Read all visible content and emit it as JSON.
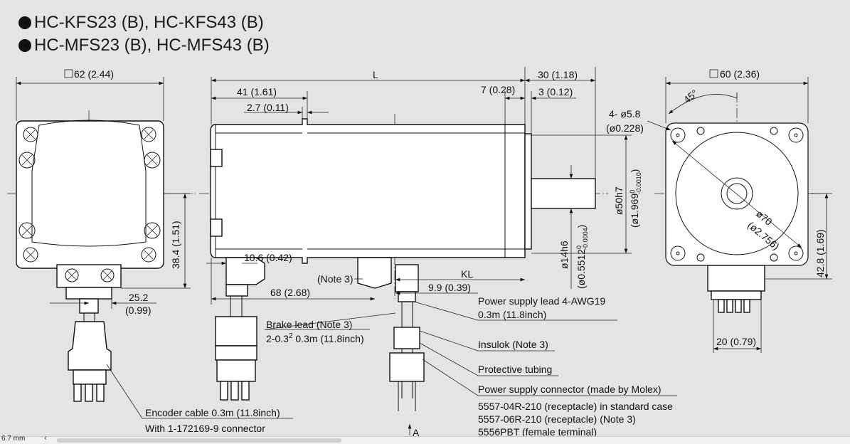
{
  "titles": [
    "HC-KFS23 (B), HC-KFS43 (B)",
    "HC-MFS23 (B), HC-MFS43 (B)"
  ],
  "dims": {
    "front_width": "62 (2.44)",
    "L": "L",
    "d41": "41 (1.61)",
    "d27": "2.7 (0.11)",
    "d30": "30 (1.18)",
    "d7": "7 (0.28)",
    "d3": "3 (0.12)",
    "d384": "38.4 (1.51)",
    "d252a": "25.2",
    "d252b": "(0.99)",
    "d106": "10.6 (0.42)",
    "d68": "68 (2.68)",
    "note3": "(Note 3)",
    "KL": "KL",
    "d99": "9.9 (0.39)",
    "d14a": "ø14h6",
    "d14b_pre": "(ø0.5512",
    "d14b_up": "0",
    "d14b_low": "-0.0004",
    "d14b_post": ")",
    "d50a": "ø50h7",
    "d50b_pre": "(ø1.969",
    "d50b_up": "0",
    "d50b_low": "-0.0010",
    "d50b_post": ")",
    "hole_a": "4- ø5.8",
    "hole_b": "(ø0.228)",
    "flange_width": "60 (2.36)",
    "angle": "45°",
    "pcd_a": "ø70",
    "pcd_b": "(ø2.756)",
    "d428": "42.8 (1.69)",
    "d20": "20 (0.79)",
    "view_A": "A"
  },
  "callouts": {
    "power_lead_1": "Power supply lead 4-AWG19",
    "power_lead_2": "0.3m (11.8inch)",
    "brake_lead_1": "Brake lead (Note 3)",
    "brake_lead_2_pre": "2-0.3",
    "brake_lead_2_sup": "2",
    "brake_lead_2_post": " 0.3m (11.8inch)",
    "insulok": "Insulok (Note 3)",
    "tubing": "Protective tubing",
    "connector": "Power supply connector (made by Molex)",
    "conn_1": "5557-04R-210 (receptacle) in standard case",
    "conn_2": "5557-06R-210 (receptacle) (Note 3)",
    "conn_3": "5556PBT (female terminal)",
    "encoder_1": "Encoder cable 0.3m (11.8inch)",
    "encoder_2": "With 1-172169-9 connector"
  },
  "statusbar": {
    "zoom": "6.7 mm",
    "left_arrow": "‹"
  }
}
